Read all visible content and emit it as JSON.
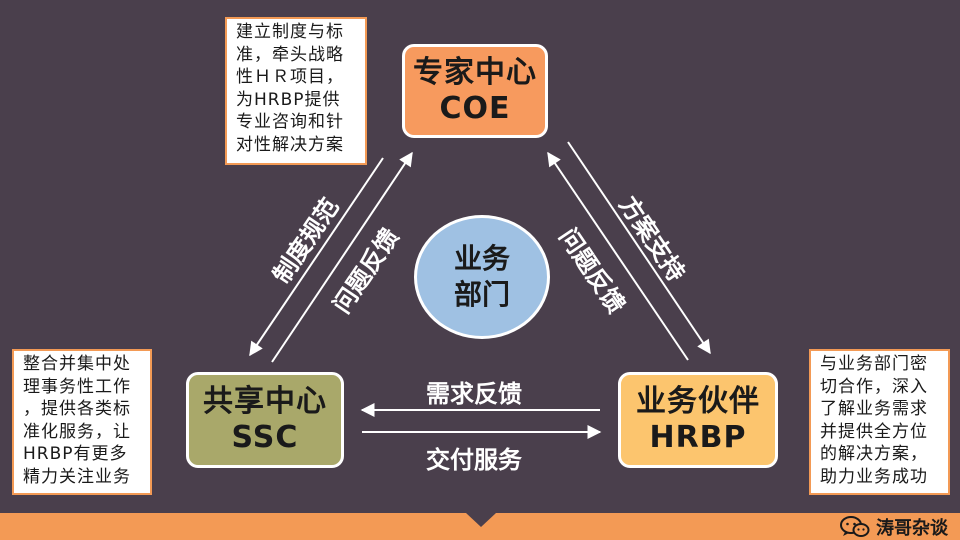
{
  "center": {
    "line1": "业务",
    "line2": "部门",
    "fill": "#9fc1e3"
  },
  "nodes": {
    "coe": {
      "line1": "专家中心",
      "line2": "COE",
      "fill": "#f79a5e"
    },
    "ssc": {
      "line1": "共享中心",
      "line2": "SSC",
      "fill": "#a9a86a"
    },
    "hrbp": {
      "line1": "业务伙伴",
      "line2": "HRBP",
      "fill": "#fcc56e"
    }
  },
  "notes": {
    "coe": [
      "建立制度与标",
      "准，牵头战略",
      "性ＨＲ项目，",
      "为HRBP提供",
      "专业咨询和针",
      "对性解决方案"
    ],
    "ssc": [
      "整合并集中处",
      "理事务性工作",
      "，提供各类标",
      "准化服务，让",
      "HRBP有更多",
      "精力关注业务"
    ],
    "hrbp": [
      "与业务部门密",
      "切合作，深入",
      "了解业务需求",
      "并提供全方位",
      "的解决方案，",
      "助力业务成功"
    ]
  },
  "edges": {
    "coe_to_ssc": "制度规范",
    "ssc_to_coe": "问题反馈",
    "hrbp_to_coe": "问题反馈",
    "coe_to_hrbp": "方案支持",
    "hrbp_to_ssc": "需求反馈",
    "ssc_to_hrbp": "交付服务"
  },
  "brand": {
    "name": "涛哥杂谈",
    "icon": "wechat-icon"
  },
  "colors": {
    "background": "#4a3f4c",
    "accent": "#f39a55",
    "arrow": "#ffffff"
  }
}
